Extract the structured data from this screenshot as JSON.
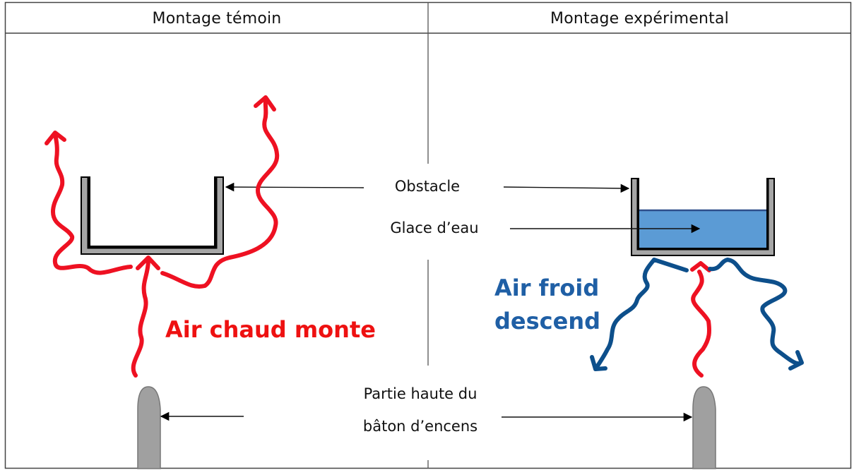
{
  "table": {
    "columns": [
      {
        "header": "Montage témoin"
      },
      {
        "header": "Montage expérimental"
      }
    ]
  },
  "labels": {
    "obstacle": "Obstacle",
    "ice": "Glace d’eau",
    "incense_line1": "Partie haute du",
    "incense_line2": "bâton d’encens",
    "hot_air": "Air chaud monte",
    "cold_air_line1": "Air froid",
    "cold_air_line2": "descend"
  },
  "colors": {
    "hot_air": "#ee1122",
    "cold_air": "#0d4f8b",
    "ice": "#5b9bd5",
    "container": "#a6a6a6",
    "incense": "#a0a0a0",
    "border": "#555555"
  },
  "icons": {
    "container_control": "u-shaped-container",
    "container_experimental": "u-shaped-container-with-ice",
    "incense_stick": "incense-stick",
    "arrow_up": "wavy-arrow-up",
    "arrow_down": "wavy-arrow-down"
  }
}
